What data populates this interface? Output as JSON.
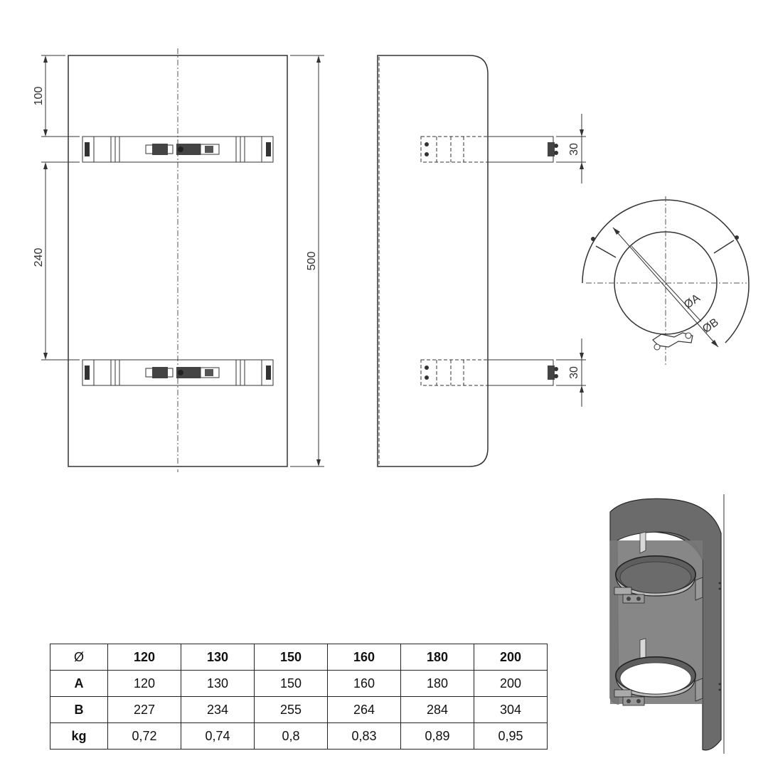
{
  "dimensions": {
    "top_offset": "100",
    "bracket_spacing": "240",
    "total_height": "500",
    "strap_width_upper": "30",
    "strap_width_lower": "30",
    "diameter_a": "ØA",
    "diameter_b": "ØB"
  },
  "table": {
    "corner_symbol": "Ø",
    "diameters": [
      "120",
      "130",
      "150",
      "160",
      "180",
      "200"
    ],
    "rows": [
      {
        "label": "A",
        "values": [
          "120",
          "130",
          "150",
          "160",
          "180",
          "200"
        ]
      },
      {
        "label": "B",
        "values": [
          "227",
          "234",
          "255",
          "264",
          "284",
          "304"
        ]
      },
      {
        "label": "kg",
        "values": [
          "0,72",
          "0,74",
          "0,8",
          "0,83",
          "0,89",
          "0,95"
        ]
      }
    ]
  }
}
